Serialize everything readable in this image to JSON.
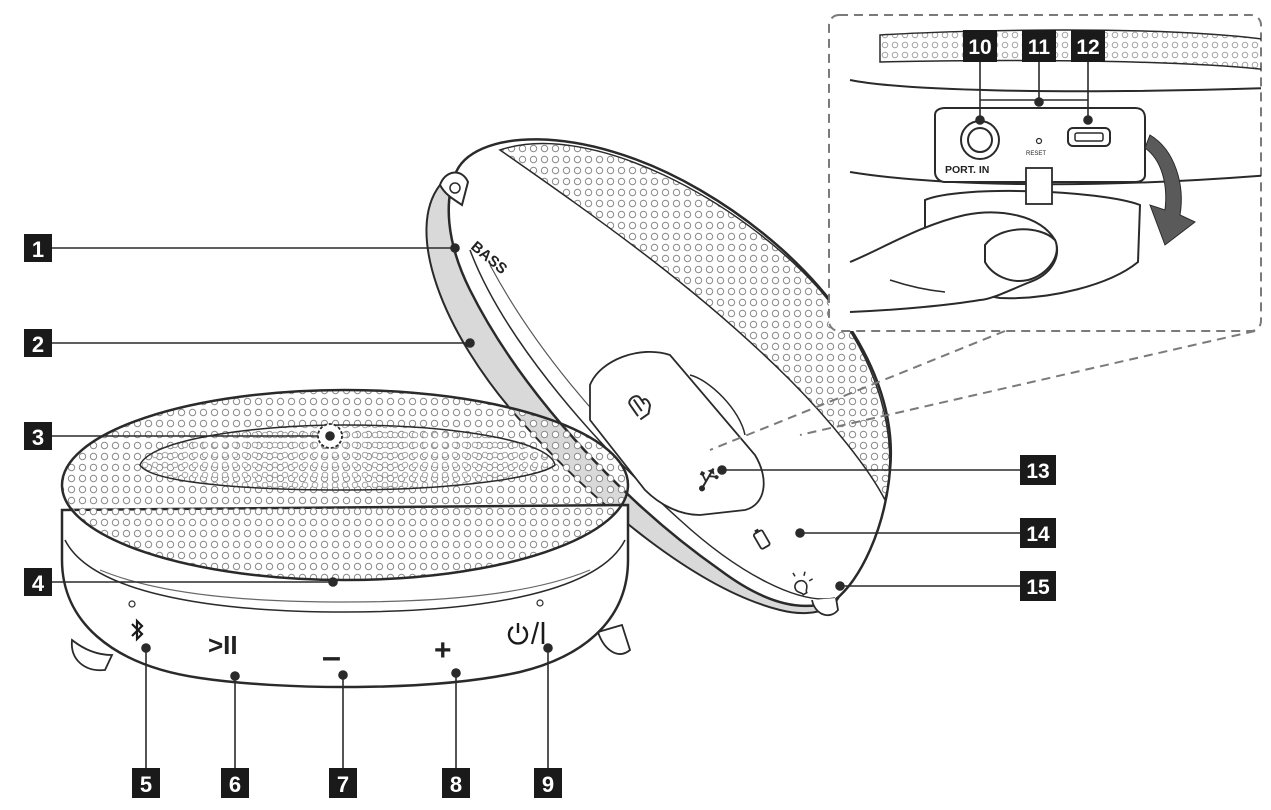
{
  "callouts": [
    {
      "id": "c1",
      "number": "1"
    },
    {
      "id": "c2",
      "number": "2"
    },
    {
      "id": "c3",
      "number": "3"
    },
    {
      "id": "c4",
      "number": "4"
    },
    {
      "id": "c5",
      "number": "5"
    },
    {
      "id": "c6",
      "number": "6"
    },
    {
      "id": "c7",
      "number": "7"
    },
    {
      "id": "c8",
      "number": "8"
    },
    {
      "id": "c9",
      "number": "9"
    },
    {
      "id": "c10",
      "number": "10"
    },
    {
      "id": "c11",
      "number": "11"
    },
    {
      "id": "c12",
      "number": "12"
    },
    {
      "id": "c13",
      "number": "13"
    },
    {
      "id": "c14",
      "number": "14"
    },
    {
      "id": "c15",
      "number": "15"
    }
  ],
  "device_labels": {
    "bass": "BASS",
    "port_in": "PORT. IN",
    "reset": "RESET",
    "play_pause": ">II",
    "minus": "–",
    "plus": "+",
    "power": "ⴰ/I"
  },
  "icons": {
    "bluetooth": "bluetooth-icon",
    "usb": "usb-icon",
    "battery": "battery-icon",
    "light": "light-icon",
    "hand": "strap-hand-icon"
  },
  "colors": {
    "line": "#2a2a2a",
    "callout_fill": "#1a1a1a",
    "grille_dot": "#8a8a8a",
    "shade": "#d9d9d9"
  }
}
